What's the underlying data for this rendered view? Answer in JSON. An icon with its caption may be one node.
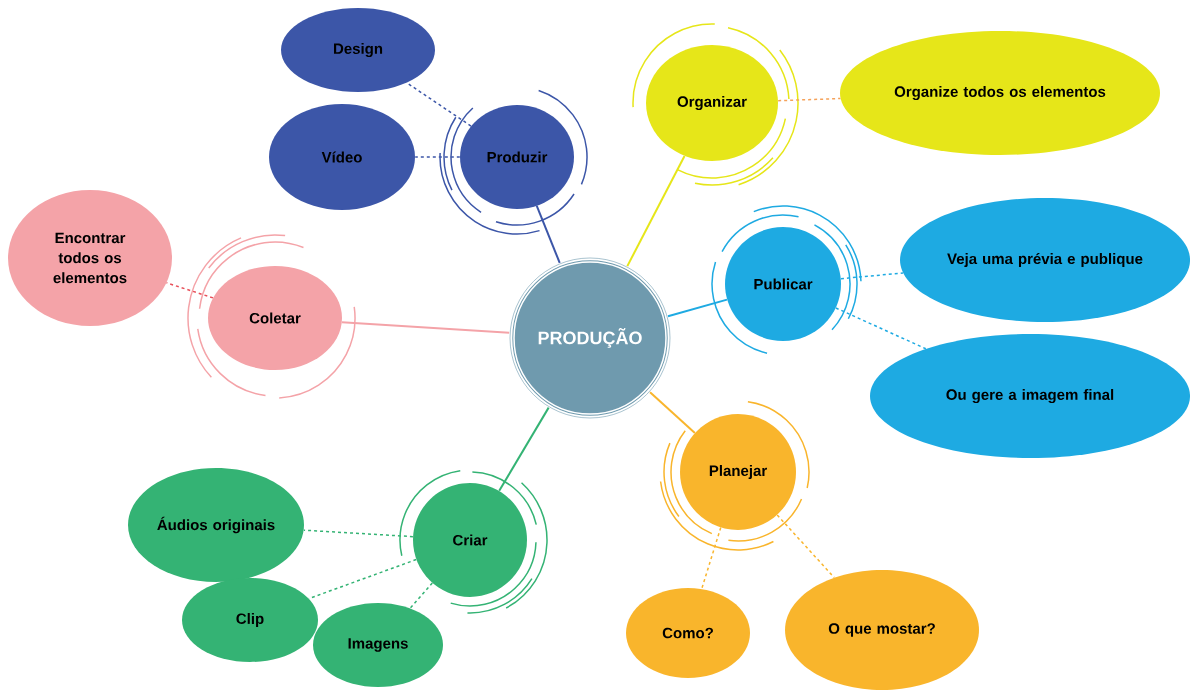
{
  "diagram": {
    "nodes": [
      {
        "text": [
          "PRODUÇÃO"
        ]
      },
      {
        "text": [
          "Produzir"
        ]
      },
      {
        "text": [
          "Design"
        ]
      },
      {
        "text": [
          "Vídeo"
        ]
      },
      {
        "text": [
          "Organizar"
        ]
      },
      {
        "text": [
          "Organize todos os elementos"
        ]
      },
      {
        "text": [
          "Publicar"
        ]
      },
      {
        "text": [
          "Veja uma prévia e publique"
        ]
      },
      {
        "text": [
          "Ou  gere a imagem final"
        ]
      },
      {
        "text": [
          "Coletar"
        ]
      },
      {
        "text": [
          "Encontrar todos os elementos"
        ]
      },
      {
        "text": [
          "Planejar"
        ]
      },
      {
        "text": [
          "Como?"
        ]
      },
      {
        "text": [
          "O que mostar?"
        ]
      },
      {
        "text": [
          "Criar"
        ]
      },
      {
        "text": [
          "Áudios originais"
        ]
      },
      {
        "text": [
          "Clip"
        ]
      },
      {
        "text": [
          "Imagens"
        ]
      }
    ],
    "edges": [
      {
        "from": 0,
        "to": 1,
        "arrow": "none",
        "color": "#3c56a8"
      },
      {
        "from": 1,
        "to": 2,
        "arrow": "none",
        "style": "dashed",
        "color": "#3c56a8"
      },
      {
        "from": 1,
        "to": 3,
        "arrow": "none",
        "style": "dashed",
        "color": "#3c56a8"
      },
      {
        "from": 0,
        "to": 4,
        "arrow": "none",
        "color": "#e6e619"
      },
      {
        "from": 4,
        "to": 5,
        "arrow": "none",
        "style": "dashed",
        "color": "#f5a25a"
      },
      {
        "from": 0,
        "to": 6,
        "arrow": "none",
        "color": "#1eaae2"
      },
      {
        "from": 6,
        "to": 7,
        "arrow": "none",
        "style": "dashed",
        "color": "#1eaae2"
      },
      {
        "from": 6,
        "to": 8,
        "arrow": "none",
        "style": "dashed",
        "color": "#1eaae2"
      },
      {
        "from": 0,
        "to": 9,
        "arrow": "none",
        "color": "#f4a3a8"
      },
      {
        "from": 9,
        "to": 10,
        "arrow": "none",
        "style": "dashed",
        "color": "#e8505a"
      },
      {
        "from": 0,
        "to": 11,
        "arrow": "none",
        "color": "#f9b52c"
      },
      {
        "from": 11,
        "to": 12,
        "arrow": "none",
        "style": "dashed",
        "color": "#f9b52c"
      },
      {
        "from": 11,
        "to": 13,
        "arrow": "none",
        "style": "dashed",
        "color": "#f9b52c"
      },
      {
        "from": 0,
        "to": 14,
        "arrow": "none",
        "color": "#34b374"
      },
      {
        "from": 14,
        "to": 15,
        "arrow": "none",
        "style": "dashed",
        "color": "#34b374"
      },
      {
        "from": 14,
        "to": 16,
        "arrow": "none",
        "style": "dashed",
        "color": "#34b374"
      },
      {
        "from": 14,
        "to": 17,
        "arrow": "none",
        "style": "dashed",
        "color": "#34b374"
      }
    ]
  }
}
